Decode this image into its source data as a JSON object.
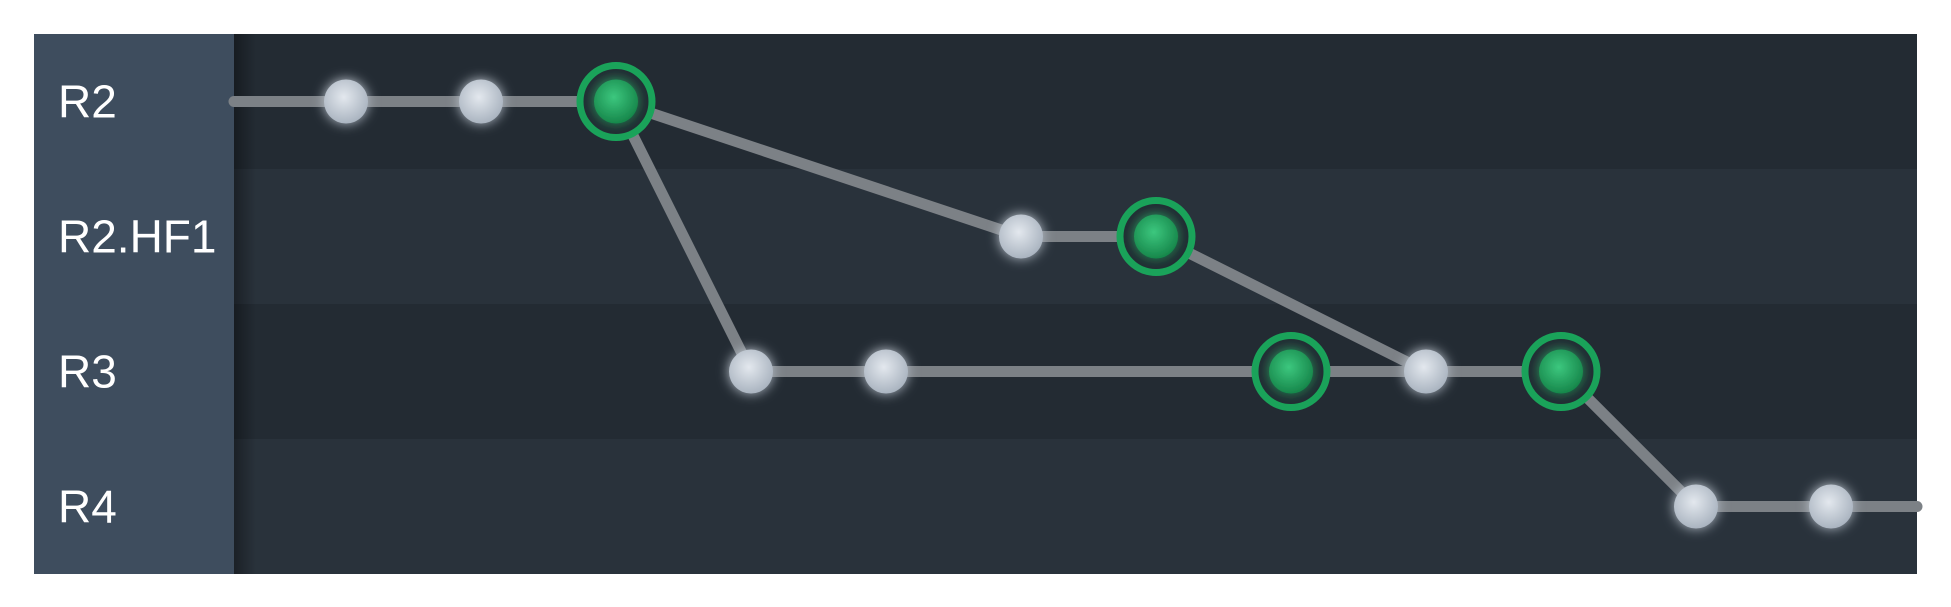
{
  "graph": {
    "rows": [
      {
        "id": "R2",
        "label": "R2"
      },
      {
        "id": "R2.HF1",
        "label": "R2.HF1"
      },
      {
        "id": "R3",
        "label": "R3"
      },
      {
        "id": "R4",
        "label": "R4"
      }
    ],
    "commits": [
      {
        "id": "c1",
        "row": 0,
        "col": 1,
        "tagged": false
      },
      {
        "id": "c2",
        "row": 0,
        "col": 2,
        "tagged": false
      },
      {
        "id": "c3",
        "row": 0,
        "col": 3,
        "tagged": true
      },
      {
        "id": "c4",
        "row": 1,
        "col": 6,
        "tagged": false
      },
      {
        "id": "c5",
        "row": 1,
        "col": 7,
        "tagged": true
      },
      {
        "id": "c6",
        "row": 2,
        "col": 4,
        "tagged": false
      },
      {
        "id": "c7",
        "row": 2,
        "col": 5,
        "tagged": false
      },
      {
        "id": "c8",
        "row": 2,
        "col": 8,
        "tagged": true
      },
      {
        "id": "c9",
        "row": 2,
        "col": 9,
        "tagged": false
      },
      {
        "id": "c10",
        "row": 2,
        "col": 10,
        "tagged": true
      },
      {
        "id": "c11",
        "row": 3,
        "col": 11,
        "tagged": false
      },
      {
        "id": "c12",
        "row": 3,
        "col": 12,
        "tagged": false
      }
    ],
    "edges": [
      {
        "from": "edge-left",
        "to": "c1",
        "row": 0
      },
      {
        "from": "c1",
        "to": "c2"
      },
      {
        "from": "c2",
        "to": "c3"
      },
      {
        "from": "c3",
        "to": "c4"
      },
      {
        "from": "c4",
        "to": "c5"
      },
      {
        "from": "c3",
        "to": "c6"
      },
      {
        "from": "c6",
        "to": "c7"
      },
      {
        "from": "c7",
        "to": "c8"
      },
      {
        "from": "c8",
        "to": "c9"
      },
      {
        "from": "c5",
        "to": "c9"
      },
      {
        "from": "c9",
        "to": "c10"
      },
      {
        "from": "c10",
        "to": "c11"
      },
      {
        "from": "c11",
        "to": "c12"
      },
      {
        "from": "c12",
        "to": "edge-right",
        "row": 3
      }
    ],
    "colors": {
      "label_column": "#3e4d5e",
      "row_dark": "#232b33",
      "row_light": "#29323b",
      "edge": "#7c8186",
      "node": "#c4ccd6",
      "tagged_node": "#20a35e",
      "tagged_ring": "#1aa35a",
      "label_text": "#ffffff"
    }
  }
}
